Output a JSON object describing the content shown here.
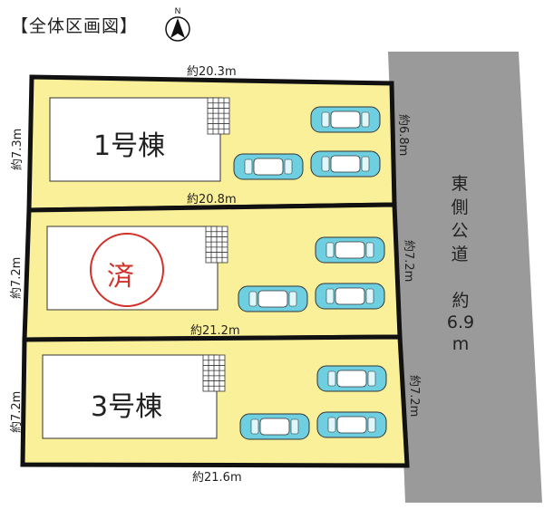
{
  "title": "【全体区画図】",
  "north_mark": "N",
  "road": {
    "label": "東側公道",
    "width_prefix": "約",
    "width_value": "6.9",
    "width_unit": "m"
  },
  "colors": {
    "lot_fill": "#fbf09a",
    "road": "#9a9a9a",
    "outline": "#111111",
    "car": "#6dcfe0",
    "sold": "#d2312a"
  },
  "lots": [
    {
      "house": "1号棟",
      "top": "約20.3m",
      "bottom": "約20.8m",
      "left": "約7.3m",
      "right": "約6.8m"
    },
    {
      "house": "",
      "sold_mark": "済",
      "bottom": "約21.2m",
      "left": "約7.2m",
      "right": "約7.2m"
    },
    {
      "house": "3号棟",
      "bottom": "約21.6m",
      "left": "約7.2m",
      "right": "約7.2m"
    }
  ]
}
